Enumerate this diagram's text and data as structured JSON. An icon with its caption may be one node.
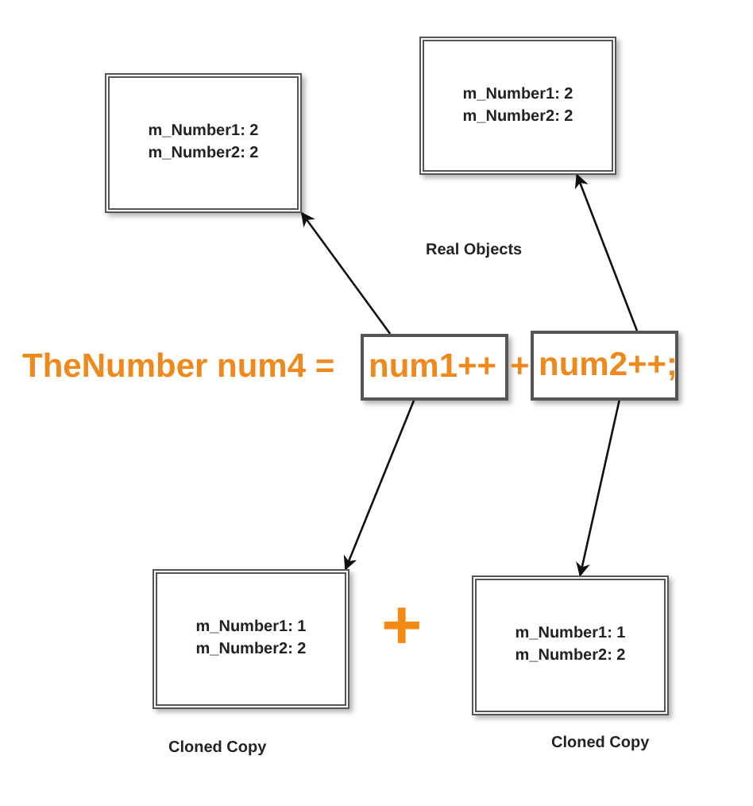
{
  "diagram": {
    "nodes": [
      {
        "text": [
          "m_Number1: 2",
          "m_Number2: 2"
        ]
      },
      {
        "text": [
          "m_Number1: 2",
          "m_Number2: 2"
        ]
      },
      {
        "text": [
          "num1++"
        ]
      },
      {
        "text": [
          "num2++;"
        ]
      },
      {
        "text": [
          "m_Number1: 1",
          "m_Number2: 2"
        ],
        "beside": [
          "Cloned Copy"
        ]
      },
      {
        "text": [
          "m_Number1: 1",
          "m_Number2: 2"
        ],
        "beside": [
          "Cloned Copy"
        ]
      }
    ],
    "edges": [
      {
        "from": 2,
        "to": 0,
        "arrow": "to"
      },
      {
        "from": 3,
        "to": 1,
        "arrow": "to"
      },
      {
        "from": 2,
        "to": 4,
        "arrow": "to"
      },
      {
        "from": 3,
        "to": 5,
        "arrow": "to"
      }
    ],
    "labels": [
      "Real Objects",
      "TheNumber num4 =",
      "+",
      "+"
    ]
  }
}
